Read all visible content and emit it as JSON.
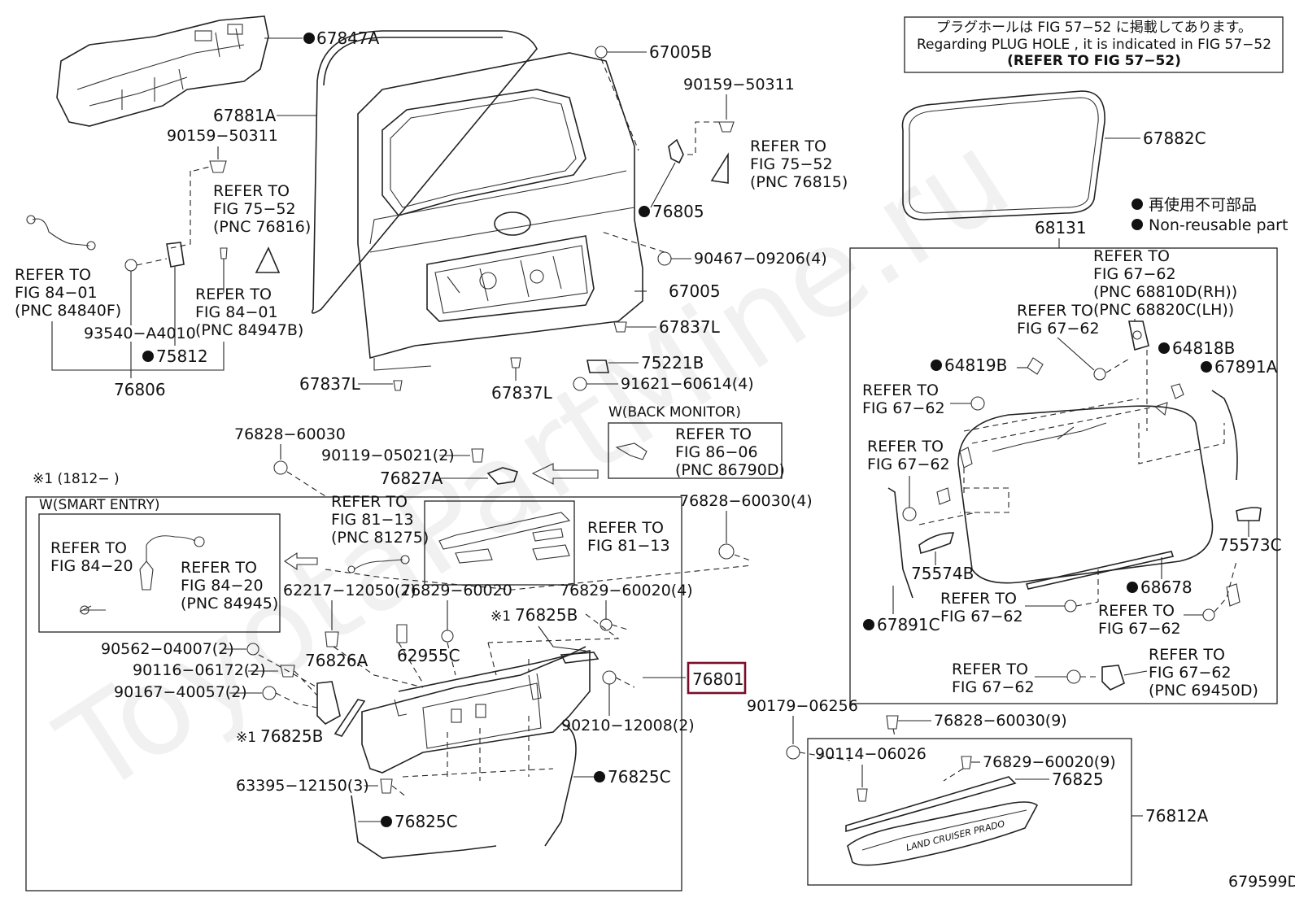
{
  "watermark": "ToyotaPartMine.ru",
  "notice": {
    "jp": "プラグホールは FIG 57−52 に掲載してあります。",
    "en": "Regarding  PLUG  HOLE , it is indicated in  FIG  57−52",
    "ref": "(REFER  TO  FIG  57−52)"
  },
  "legend": {
    "jp": "再使用不可部品",
    "en": "Non-reusable part"
  },
  "diagram_id": "679599D",
  "highlight": {
    "label": "76801",
    "color": "#7a0e2a"
  },
  "labels": {
    "p67847A": "67847A",
    "p67881A": "67881A",
    "p67005B": "67005B",
    "p90159_50311_a": "90159−50311",
    "p90159_50311_b": "90159−50311",
    "p67882C": "67882C",
    "p68131": "68131",
    "p76805": "76805",
    "p90467": "90467−09206(4)",
    "p67005": "67005",
    "p67837L_a": "67837L",
    "p67837L_b": "67837L",
    "p67837L_c": "67837L",
    "p75221B": "75221B",
    "p91621": "91621−60614(4)",
    "p93540": "93540−A4010",
    "p75812": "75812",
    "p76806": "76806",
    "p64818B": "64818B",
    "p64819B": "64819B",
    "p67891A": "67891A",
    "p67891C": "67891C",
    "p75574B": "75574B",
    "p75573C": "75573C",
    "p68678": "68678",
    "p76828_60030_a": "76828−60030",
    "p90119": "90119−05021(2)",
    "p76827A": "76827A",
    "p76828_60030_4": "76828−60030(4)",
    "p62217": "62217−12050(2)",
    "p76829_a": "76829−60020",
    "p76829_4": "76829−60020(4)",
    "p76825B_a": "76825B",
    "p76825B_b": "76825B",
    "p62955C": "62955C",
    "p76826A": "76826A",
    "p90562": "90562−04007(2)",
    "p90116": "90116−06172(2)",
    "p90167": "90167−40057(2)",
    "p90210": "90210−12008(2)",
    "p76825C_a": "76825C",
    "p76825C_b": "76825C",
    "p63395": "63395−12150(3)",
    "p90179": "90179−06256",
    "p76828_9": "76828−60030(9)",
    "p90114": "90114−06026",
    "p76829_9": "76829−60020(9)",
    "p76825": "76825",
    "p76812A": "76812A",
    "kome_range": "※1 (1812−        )",
    "kome1": "※1",
    "kome2": "※1",
    "w_smart": "W(SMART ENTRY)",
    "w_back": "W(BACK MONITOR)",
    "emblem": "LAND CRUISER PRADO"
  },
  "refs": {
    "r_84_01_a": [
      "REFER  TO",
      "FIG  84−01",
      "(PNC  84840F)"
    ],
    "r_75_52_a": [
      "REFER  TO",
      "FIG  75−52",
      "(PNC  76816)"
    ],
    "r_84_01_b": [
      "REFER  TO",
      "FIG  84−01",
      "(PNC  84947B)"
    ],
    "r_75_52_b": [
      "REFER  TO",
      "FIG  75−52",
      "(PNC  76815)"
    ],
    "r_67_62_a": [
      "REFER  TO",
      "FIG  67−62",
      "(PNC  68810D(RH))",
      "(PNC  68820C(LH))"
    ],
    "r_67_62_b": [
      "REFER  TO",
      "FIG  67−62"
    ],
    "r_67_62_c": [
      "REFER  TO",
      "FIG  67−62"
    ],
    "r_67_62_d": [
      "REFER  TO",
      "FIG  67−62"
    ],
    "r_67_62_e": [
      "REFER  TO",
      "FIG  67−62"
    ],
    "r_67_62_f": [
      "REFER  TO",
      "FIG  67−62"
    ],
    "r_67_62_g": [
      "REFER  TO",
      "FIG  67−62"
    ],
    "r_67_62_h": [
      "REFER  TO",
      "FIG  67−62",
      "(PNC  69450D)"
    ],
    "r_86_06": [
      "REFER  TO",
      "FIG  86−06",
      "(PNC  86790D)"
    ],
    "r_81_13_a": [
      "REFER  TO",
      "FIG  81−13",
      "(PNC  81275)"
    ],
    "r_81_13_b": [
      "REFER  TO",
      "FIG  81−13"
    ],
    "r_84_20_a": [
      "REFER  TO",
      "FIG  84−20"
    ],
    "r_84_20_b": [
      "REFER  TO",
      "FIG  84−20",
      "(PNC  84945)"
    ]
  }
}
